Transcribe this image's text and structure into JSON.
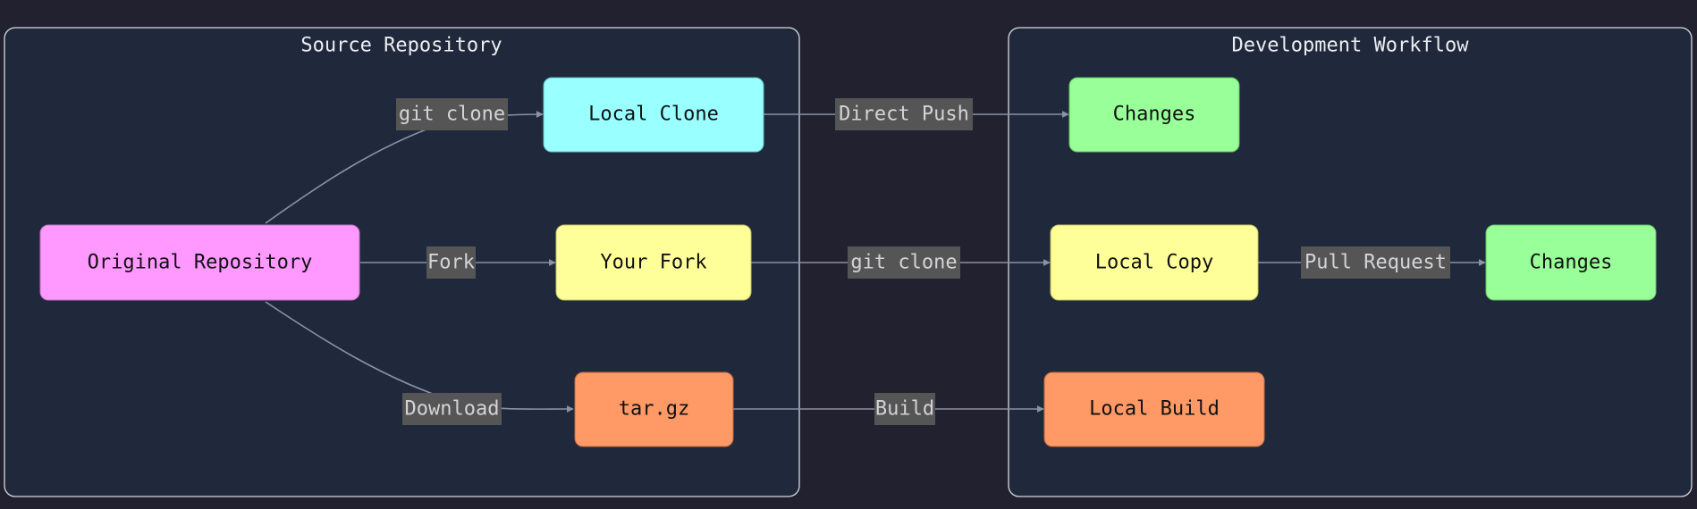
{
  "clusters": {
    "source": {
      "title": "Source Repository"
    },
    "dev": {
      "title": "Development Workflow"
    }
  },
  "nodes": {
    "original": {
      "label": "Original Repository",
      "color": "#ff99ff"
    },
    "local_clone": {
      "label": "Local Clone",
      "color": "#99ffff"
    },
    "your_fork": {
      "label": "Your Fork",
      "color": "#ffff99"
    },
    "targz": {
      "label": "tar.gz",
      "color": "#ff9966"
    },
    "changes_1": {
      "label": "Changes",
      "color": "#99ff99"
    },
    "local_copy": {
      "label": "Local Copy",
      "color": "#ffff99"
    },
    "changes_2": {
      "label": "Changes",
      "color": "#99ff99"
    },
    "local_build": {
      "label": "Local Build",
      "color": "#ff9966"
    }
  },
  "edges": {
    "git_clone_1": {
      "label": "git clone"
    },
    "fork": {
      "label": "Fork"
    },
    "download": {
      "label": "Download"
    },
    "direct_push": {
      "label": "Direct Push"
    },
    "git_clone_2": {
      "label": "git clone"
    },
    "pull_request": {
      "label": "Pull Request"
    },
    "build": {
      "label": "Build"
    }
  }
}
